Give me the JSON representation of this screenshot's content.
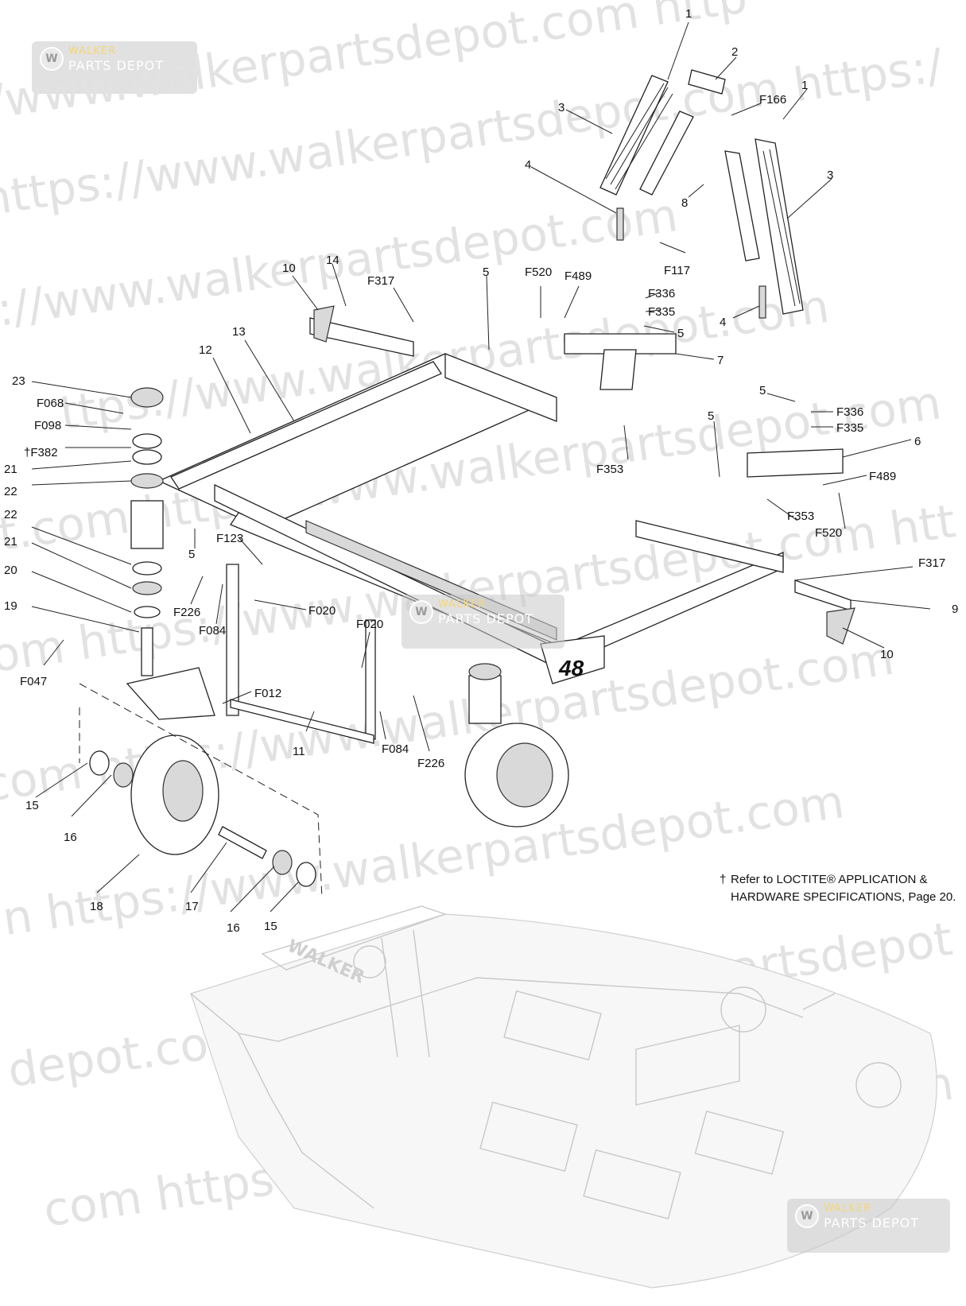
{
  "watermark": {
    "logo_line1": "WALKER",
    "logo_line2": "PARTS DEPOT",
    "url_fragments": [
      "ps://www.walkerpartsdepot.com  http",
      "https://www.walkerpartsdepot.com  https:/",
      "tps://www.walkerpartsdepot.com",
      "ttps://www.walkerpartsdepot.com",
      "pot.com  https://www.walkerpartsdepot.com",
      "com  https://www.walkerpartsdepot.com  htt",
      "com  https://www.walkerpartsdepot.com",
      "n  https://www.walkerpartsdepot.com",
      "depot.com  https://www.walkerpartsdepot",
      "com  https://www.walkerpartsdepot.com"
    ]
  },
  "deck_label": "48",
  "callouts": [
    {
      "id": "c1a",
      "text": "1"
    },
    {
      "id": "c2",
      "text": "2"
    },
    {
      "id": "c1b",
      "text": "1"
    },
    {
      "id": "cF166",
      "text": "F166"
    },
    {
      "id": "c3a",
      "text": "3"
    },
    {
      "id": "c3b",
      "text": "3"
    },
    {
      "id": "c4a",
      "text": "4"
    },
    {
      "id": "c8",
      "text": "8"
    },
    {
      "id": "cF117",
      "text": "F117"
    },
    {
      "id": "c4b",
      "text": "4"
    },
    {
      "id": "c10a",
      "text": "10"
    },
    {
      "id": "c14",
      "text": "14"
    },
    {
      "id": "cF317a",
      "text": "F317"
    },
    {
      "id": "c5a",
      "text": "5"
    },
    {
      "id": "cF520a",
      "text": "F520"
    },
    {
      "id": "cF489a",
      "text": "F489"
    },
    {
      "id": "cF336a",
      "text": "F336"
    },
    {
      "id": "cF335a",
      "text": "F335"
    },
    {
      "id": "c5b",
      "text": "5"
    },
    {
      "id": "c7",
      "text": "7"
    },
    {
      "id": "c12",
      "text": "12"
    },
    {
      "id": "c13",
      "text": "13"
    },
    {
      "id": "c23",
      "text": "23"
    },
    {
      "id": "cF068",
      "text": "F068"
    },
    {
      "id": "cF098",
      "text": "F098"
    },
    {
      "id": "cF382",
      "text": "†F382"
    },
    {
      "id": "c21a",
      "text": "21"
    },
    {
      "id": "c22a",
      "text": "22"
    },
    {
      "id": "cF353a",
      "text": "F353"
    },
    {
      "id": "c5c",
      "text": "5"
    },
    {
      "id": "cF336b",
      "text": "F336"
    },
    {
      "id": "cF335b",
      "text": "F335"
    },
    {
      "id": "c6",
      "text": "6"
    },
    {
      "id": "c5d",
      "text": "5"
    },
    {
      "id": "cF489b",
      "text": "F489"
    },
    {
      "id": "cF353b",
      "text": "F353"
    },
    {
      "id": "cF520b",
      "text": "F520"
    },
    {
      "id": "c22b",
      "text": "22"
    },
    {
      "id": "cF123",
      "text": "F123"
    },
    {
      "id": "c5e",
      "text": "5"
    },
    {
      "id": "c21b",
      "text": "21"
    },
    {
      "id": "c20",
      "text": "20"
    },
    {
      "id": "cF226a",
      "text": "F226"
    },
    {
      "id": "cF084a",
      "text": "F084"
    },
    {
      "id": "cF020a",
      "text": "F020"
    },
    {
      "id": "c19",
      "text": "19"
    },
    {
      "id": "cF317b",
      "text": "F317"
    },
    {
      "id": "c9",
      "text": "9"
    },
    {
      "id": "c10b",
      "text": "10"
    },
    {
      "id": "cF020b",
      "text": "F020"
    },
    {
      "id": "cF047",
      "text": "F047"
    },
    {
      "id": "cF012",
      "text": "F012"
    },
    {
      "id": "c11",
      "text": "11"
    },
    {
      "id": "cF084b",
      "text": "F084"
    },
    {
      "id": "cF226b",
      "text": "F226"
    },
    {
      "id": "c15a",
      "text": "15"
    },
    {
      "id": "c16a",
      "text": "16"
    },
    {
      "id": "c18",
      "text": "18"
    },
    {
      "id": "c17",
      "text": "17"
    },
    {
      "id": "c16b",
      "text": "16"
    },
    {
      "id": "c15b",
      "text": "15"
    }
  ],
  "note": {
    "dagger": "†",
    "line1": "Refer to LOCTITE® APPLICATION &",
    "line2": "HARDWARE SPECIFICATIONS, Page 20."
  },
  "deck_brand": "WALKER"
}
